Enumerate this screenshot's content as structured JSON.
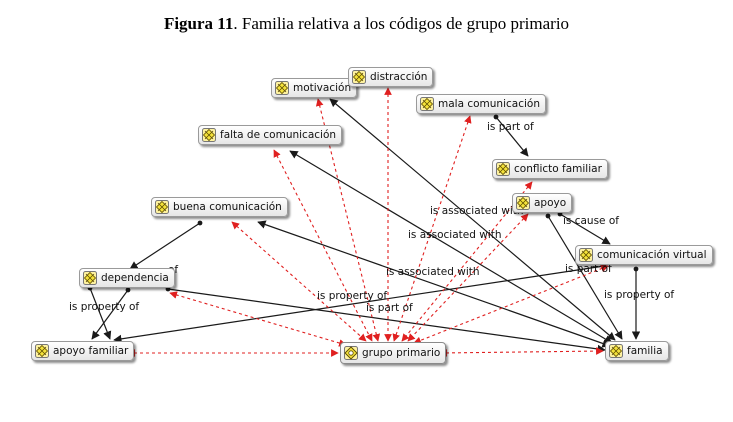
{
  "figure": {
    "label": "Figura 11",
    "title": ". Familia relativa a los códigos de grupo primario"
  },
  "colors": {
    "solid_link": "#1a1a1a",
    "dashed_link": "#e02020",
    "icon_fill": "#f4e23a",
    "icon_stroke": "#5a4a00"
  },
  "nodes": {
    "motivacion": "motivación",
    "distraccion": "distracción",
    "mala_comunicacion": "mala comunicación",
    "falta_comunicacion": "falta de comunicación",
    "conflicto_familiar": "conflicto familiar",
    "buena_comunicacion": "buena comunicación",
    "apoyo": "apoyo",
    "comunicacion_virtual": "comunicación virtual",
    "dependencia": "dependencia",
    "apoyo_familiar": "apoyo familiar",
    "grupo_primario": "grupo primario",
    "familia": "familia"
  },
  "edge_labels": {
    "l1": "is part of",
    "l2": "is associated with",
    "l3": "is cause of",
    "l4": "is associated with",
    "l5": "is associated with",
    "l6": "is part of",
    "l7": "of",
    "l8": "is property of",
    "l9": "is property of",
    "l10": "is part of",
    "l11": "is property of"
  }
}
